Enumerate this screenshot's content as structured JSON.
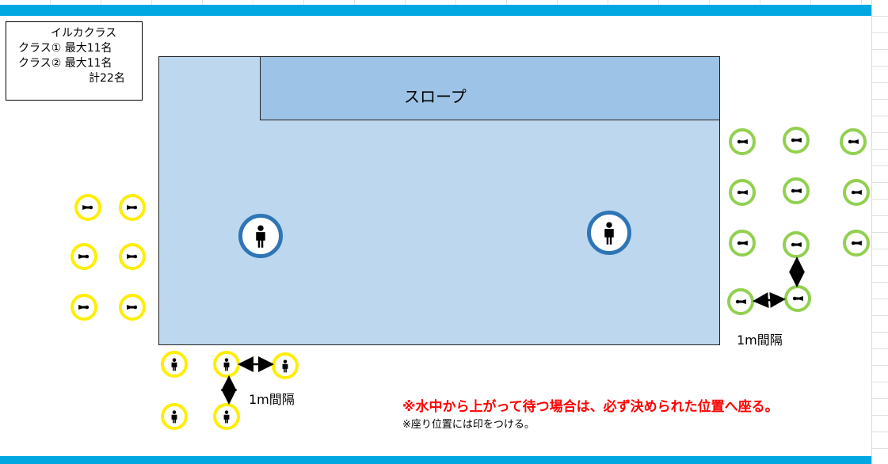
{
  "info_box": {
    "lines": [
      "イルカクラス",
      "クラス① 最大11名",
      "クラス② 最大11名",
      "計22名"
    ]
  },
  "pool": {
    "slope_label": "スロープ"
  },
  "spacing": {
    "left_label": "1m間隔",
    "right_label": "1m間隔"
  },
  "notes": {
    "warning": "※水中から上がって待つ場合は、必ず決められた位置へ座る。",
    "note": "※座り位置には印をつける。"
  },
  "colors": {
    "bar": "#00a7e1",
    "pool": "#bdd7ee",
    "slope": "#9dc3e6",
    "yellow_marker": "#ffee00",
    "green_marker": "#92d050",
    "blue_marker": "#2e75b6",
    "warning_text": "#ff0000"
  },
  "icons": {
    "seated_marker": "person-icon",
    "instructor_marker": "person-icon",
    "spacing_arrow": "double-arrow-icon"
  }
}
